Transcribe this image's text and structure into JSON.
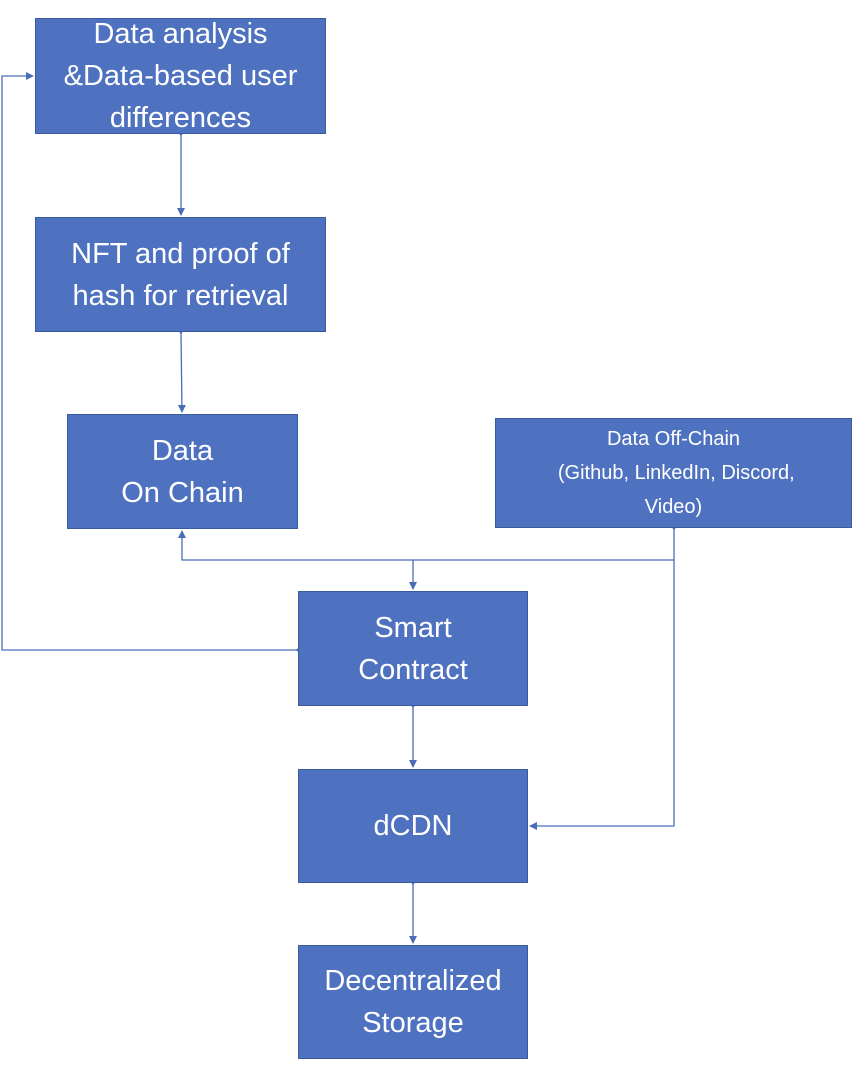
{
  "diagram": {
    "nodes": {
      "analysis": {
        "lines": [
          "Data analysis",
          "&Data-based user",
          "differences"
        ]
      },
      "nft": {
        "lines": [
          "NFT and proof of",
          "hash for retrieval"
        ]
      },
      "onchain": {
        "lines": [
          "Data",
          "On Chain"
        ]
      },
      "offchain": {
        "lines": [
          "Data Off-Chain",
          " (Github, LinkedIn, Discord,",
          "Video)"
        ]
      },
      "contract": {
        "lines": [
          "Smart",
          "Contract"
        ]
      },
      "dcdn": {
        "lines": [
          "dCDN"
        ]
      },
      "storage": {
        "lines": [
          "Decentralized",
          "Storage"
        ]
      }
    },
    "edges": [
      {
        "from": "analysis",
        "to": "nft",
        "style": "bidirectional"
      },
      {
        "from": "nft",
        "to": "onchain",
        "style": "bidirectional"
      },
      {
        "from": "offchain",
        "to": "onchain",
        "style": "arrow"
      },
      {
        "from": "offchain",
        "to": "contract",
        "style": "arrow"
      },
      {
        "from": "offchain",
        "to": "dcdn",
        "style": "arrow"
      },
      {
        "from": "contract",
        "to": "analysis",
        "style": "bidirectional"
      },
      {
        "from": "contract",
        "to": "dcdn",
        "style": "bidirectional"
      },
      {
        "from": "dcdn",
        "to": "storage",
        "style": "bidirectional"
      }
    ],
    "colors": {
      "box_fill": "#4f72c0",
      "box_border": "#3a5a9e",
      "connector": "#4a6db8",
      "text": "#ffffff"
    }
  }
}
